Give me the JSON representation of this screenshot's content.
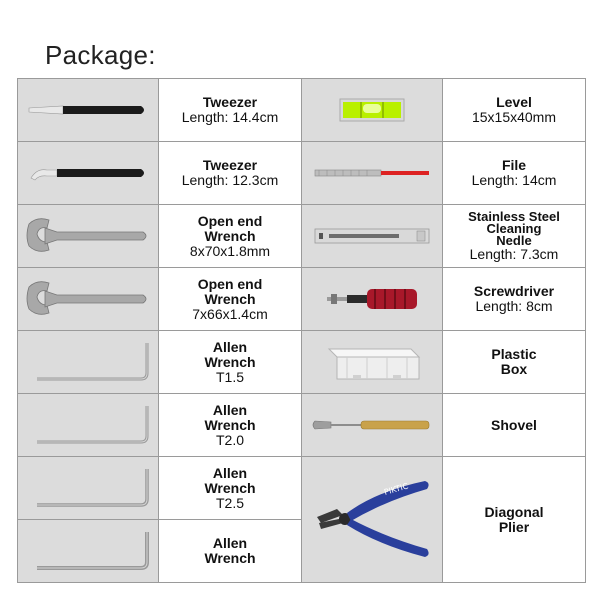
{
  "page_title": "Package:",
  "items": [
    {
      "name": "Tweezer",
      "spec": "Length: 14.4cm",
      "icon": "tweezer-straight-icon"
    },
    {
      "name": "Level",
      "spec": "15x15x40mm",
      "icon": "level-icon"
    },
    {
      "name": "Tweezer",
      "spec": "Length: 12.3cm",
      "icon": "tweezer-bent-icon"
    },
    {
      "name": "File",
      "spec": "Length: 14cm",
      "icon": "file-icon"
    },
    {
      "name_lines": [
        "Open end",
        "Wrench"
      ],
      "spec": "8x70x1.8mm",
      "icon": "wrench-icon"
    },
    {
      "name_lines": [
        "Stainless Steel",
        "Cleaning",
        "Nedle"
      ],
      "spec": "Length: 7.3cm",
      "icon": "needle-icon"
    },
    {
      "name_lines": [
        "Open end",
        "Wrench"
      ],
      "spec": "7x66x1.4cm",
      "icon": "wrench-icon"
    },
    {
      "name": "Screwdriver",
      "spec": "Length: 8cm",
      "icon": "screwdriver-icon"
    },
    {
      "name_lines": [
        "Allen",
        "Wrench"
      ],
      "spec": "T1.5",
      "icon": "allen-wrench-icon"
    },
    {
      "name_lines": [
        "Plastic",
        "Box"
      ],
      "icon": "plastic-box-icon"
    },
    {
      "name_lines": [
        "Allen",
        "Wrench"
      ],
      "spec": "T2.0",
      "icon": "allen-wrench-icon"
    },
    {
      "name": "Shovel",
      "icon": "shovel-icon"
    },
    {
      "name_lines": [
        "Allen",
        "Wrench"
      ],
      "spec": "T2.5",
      "icon": "allen-wrench-icon"
    },
    {
      "name_lines": [
        "Diagonal",
        "Plier"
      ],
      "icon": "diagonal-plier-icon",
      "plier_brand": "PIKTIC"
    },
    {
      "name_lines": [
        "Allen",
        "Wrench"
      ],
      "icon": "allen-wrench-icon"
    }
  ],
  "colors": {
    "image_cell_bg": "#dcdcdc",
    "border": "#9a9a9a",
    "screwdriver_handle": "#a8182a",
    "plier_handle": "#2a3f9c",
    "level_liquid": "#b9f000",
    "shovel_handle": "#c9a24a"
  }
}
